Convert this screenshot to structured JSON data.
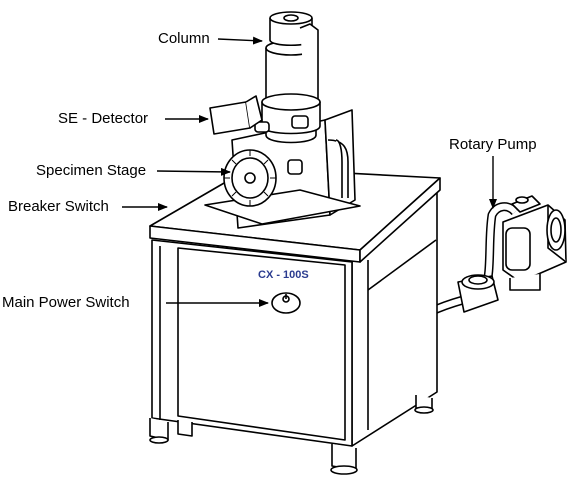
{
  "labels": {
    "column": "Column",
    "se_detector": "SE - Detector",
    "specimen_stage": "Specimen Stage",
    "breaker_switch": "Breaker Switch",
    "main_power_switch": "Main Power Switch",
    "rotary_pump": "Rotary Pump"
  },
  "panel_text": "CX - 100S",
  "colors": {
    "line": "#000000",
    "panel_text": "#2a3b8f",
    "body_fill": "#ffffff"
  }
}
